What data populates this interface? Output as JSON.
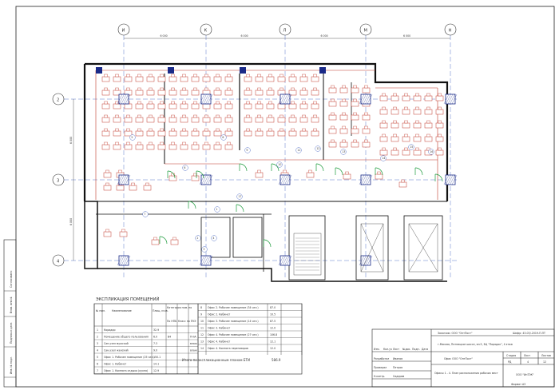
{
  "axes": {
    "columns": [
      "И",
      "К",
      "Л",
      "М",
      "Н"
    ],
    "rows": [
      "2",
      "3",
      "4"
    ],
    "spans": [
      "6 000",
      "6 000",
      "6 000",
      "6 000"
    ],
    "row_spans": [
      "6 000",
      "6 000"
    ]
  },
  "room_markers": [
    "1",
    "2",
    "3",
    "4",
    "5",
    "6",
    "7",
    "8",
    "9",
    "10",
    "11",
    "12",
    "13",
    "14",
    "15",
    "16",
    "17"
  ],
  "explication": {
    "title": "ЭКСПЛИКАЦИЯ ПОМЕЩЕНИЙ",
    "headers": [
      "№ пом.",
      "Наименование",
      "Площ. м.кв.",
      "Категория пом. по взрыв. и пожарной опасности",
      "По НПБ",
      "Класс по ПУЭ"
    ],
    "rows_left": [
      [
        "1",
        "Коридор",
        "32.9",
        "",
        ""
      ],
      [
        "2",
        "Помещение общего пользования",
        "6.0",
        "В4",
        "П-ІІА"
      ],
      [
        "3",
        "Сан.узел мужской",
        "7.3",
        "",
        "влаж"
      ],
      [
        "4",
        "Сан.узел женский",
        "9.0",
        "",
        "влаж"
      ],
      [
        "5",
        "Офис 1. Рабочее помещение (25 чел.)",
        "150.1",
        "",
        ""
      ],
      [
        "6",
        "Офис 1. Кабинет",
        "14.1",
        "",
        ""
      ],
      [
        "7",
        "Офис 1. Комната отдыха (кухня)",
        "12.9",
        "",
        ""
      ]
    ],
    "rows_right": [
      [
        "8",
        "Офис 2. Рабочее помещение (34 чел.)",
        "87.0"
      ],
      [
        "9",
        "Офис 2. Кабинет",
        "10.5"
      ],
      [
        "10",
        "Офис 3. Рабочее помещение (14 чел.)",
        "87.5"
      ],
      [
        "11",
        "Офис 3. Кабинет",
        "12.0"
      ],
      [
        "12",
        "Офис 4. Рабочее помещение (27 чел.)",
        "106.8"
      ],
      [
        "13",
        "Офис 4. Кабинет",
        "12.1"
      ],
      [
        "14",
        "Офис 4. Комната переговоров",
        "12.0"
      ]
    ],
    "total_label": "Итого по экспликационным планам БТИ",
    "total_value": "586.9"
  },
  "title_block": {
    "customer": "Заказчик: ООО \"ОптПост\"",
    "code": "Шифр: 43-03/-2019-П-ПТ",
    "address": "г.Москва, Пятницкое шоссе, вл.5, БЦ \"Порядок\", 4 этаж",
    "project": "Офис ООО \"ОптПост\"",
    "sheet_title": "Офисы 1 - 4. План расположения рабочих мест",
    "stage_head": "Стадия",
    "sheet_head": "Лист",
    "sheets_head": "Листов",
    "stage": "РД",
    "sheet": "4",
    "sheets": "12",
    "org": "ООО \"ИнТЭК\"",
    "roles": [
      "Разработал",
      "Проверил",
      "Н.контр."
    ],
    "names": [
      "Иванов",
      "Петров",
      "Сидоров"
    ],
    "columns": [
      "Изм.",
      "Кол.уч",
      "Лист",
      "№док.",
      "Подп.",
      "Дата"
    ],
    "format": "Формат А3"
  },
  "margin_labels": [
    "Согласовано",
    "Взам. инв.№",
    "Подпись и дата",
    "Инв. № подл."
  ]
}
